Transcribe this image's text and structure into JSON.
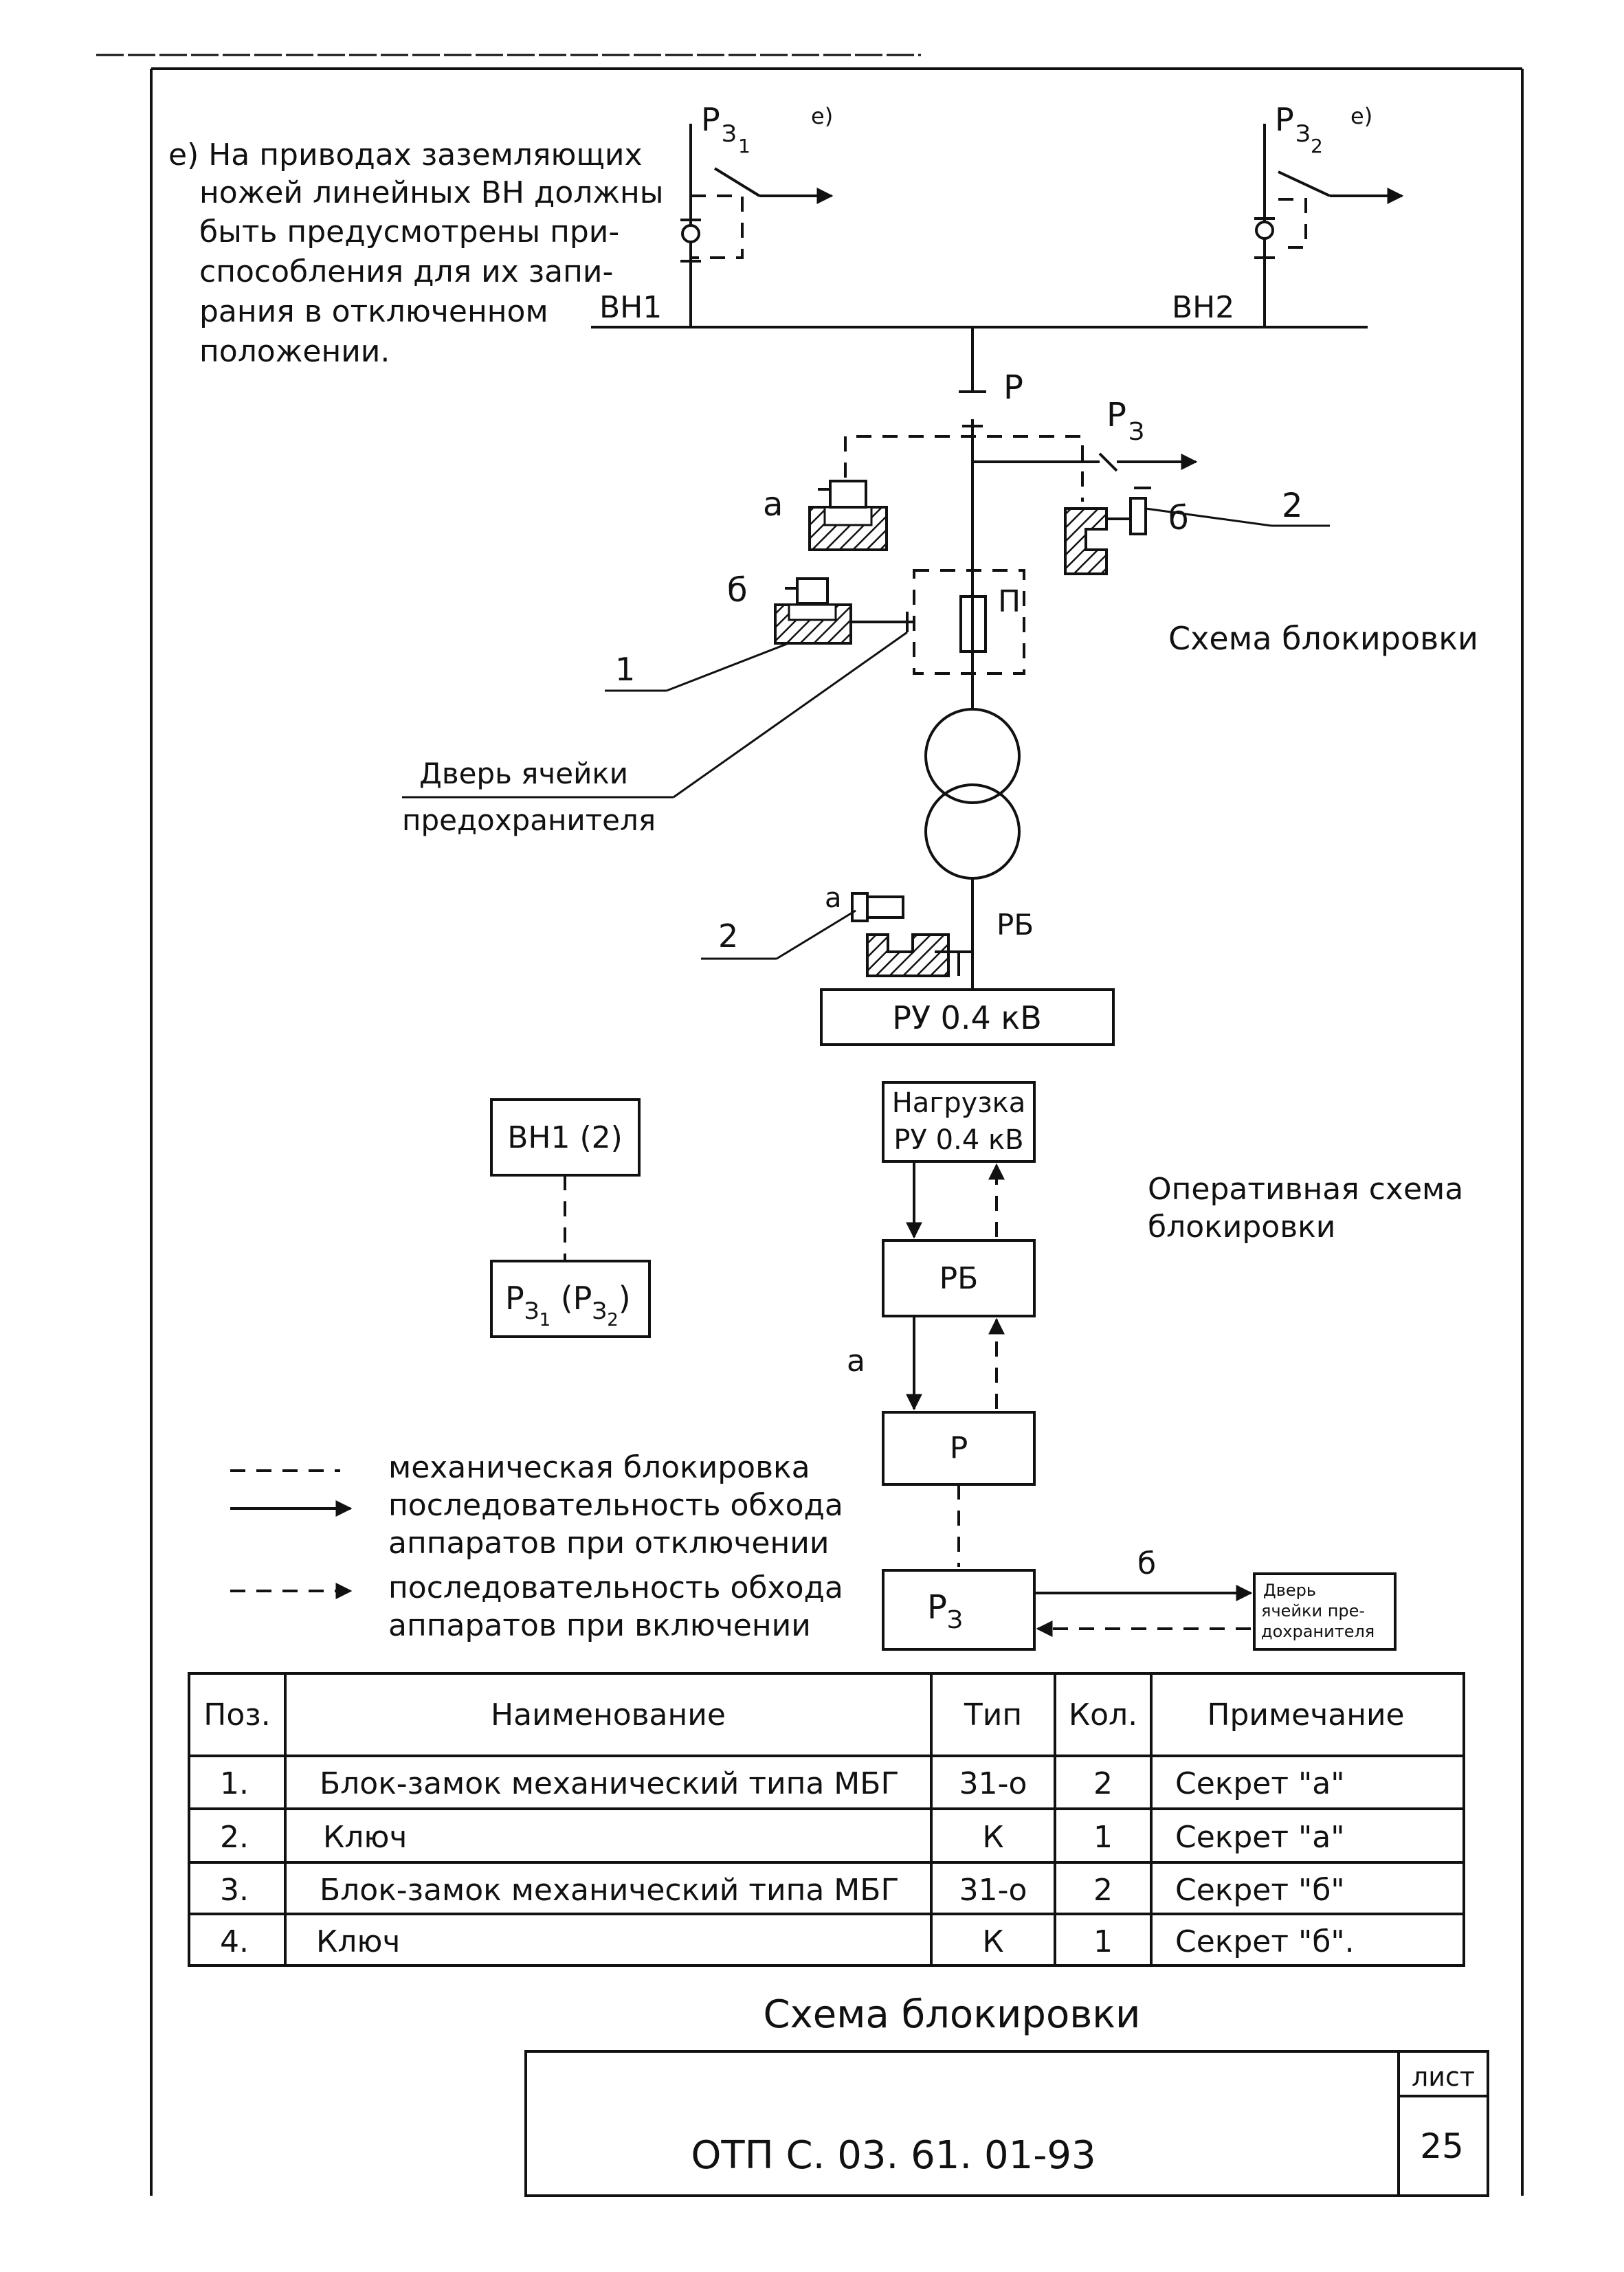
{
  "note": {
    "lines": [
      "е) На приводах заземляющих",
      "ножей линейных ВН должны",
      "быть предусмотрены при-",
      "способления для их запи-",
      "рания в отключенном",
      "положении."
    ]
  },
  "diagram_labels": {
    "vn1": "ВН1",
    "vn2": "ВН2",
    "pz1": "Р",
    "pz1_sub": "З",
    "pz1_sub2": "1",
    "pz2": "Р",
    "pz2_sub": "З",
    "pz2_sub2": "2",
    "pz1_mark": "е)",
    "pz2_mark": "е)",
    "r": "Р",
    "rz": "Р",
    "rz_sub": "З",
    "a_top": "а",
    "b_right": "б",
    "two_right": "2",
    "b_left": "б",
    "p_fuse": "П",
    "one_left": "1",
    "scheme_title": "Схема блокировки",
    "door_line1": "Дверь ячейки",
    "door_line2": "предохранителя",
    "a_bottom": "а",
    "two_left": "2",
    "rb": "РБ",
    "ru": "РУ 0.4 кВ"
  },
  "operative": {
    "title_line1": "Оперативная схема",
    "title_line2": "блокировки",
    "vn_box": "ВН1 (2)",
    "pz_box": "Р",
    "pz_box_sub1": "З",
    "pz_box_n1": "1",
    "pz_box_mid": " (Р",
    "pz_box_sub2": "З",
    "pz_box_n2": "2",
    "pz_box_end": ")",
    "load_line1": "Нагрузка",
    "load_line2": "РУ 0.4 кВ",
    "rb_box": "РБ",
    "a_label": "а",
    "r_box": "Р",
    "rz_box": "Р",
    "rz_box_sub": "З",
    "b_label": "б",
    "door_line1": "Дверь",
    "door_line2": "ячейки пре-",
    "door_line3": "дохранителя"
  },
  "legend": [
    {
      "style": "dashed",
      "label_lines": [
        "механическая блокировка"
      ]
    },
    {
      "style": "solid-arrow",
      "label_lines": [
        "последовательность обхода",
        "аппаратов при отключении"
      ]
    },
    {
      "style": "dashed-arrow",
      "label_lines": [
        "последовательность обхода",
        "аппаратов при включении"
      ]
    }
  ],
  "table": {
    "headers": [
      "Поз.",
      "Наименование",
      "Тип",
      "Кол.",
      "Примечание"
    ],
    "rows": [
      [
        "1.",
        "Блок-замок механический типа МБГ",
        "31-о",
        "2",
        "Секрет \"а\""
      ],
      [
        "2.",
        "Ключ",
        "К",
        "1",
        "Секрет \"а\""
      ],
      [
        "3.",
        "Блок-замок механический типа МБГ",
        "31-о",
        "2",
        "Секрет \"б\""
      ],
      [
        "4.",
        "Ключ",
        "К",
        "1",
        "Секрет \"б\"."
      ]
    ]
  },
  "footer": {
    "caption": "Схема блокировки",
    "sheet_label": "лист",
    "doc_code": "ОТП С. 03. 61. 01-93",
    "sheet_number": "25"
  }
}
